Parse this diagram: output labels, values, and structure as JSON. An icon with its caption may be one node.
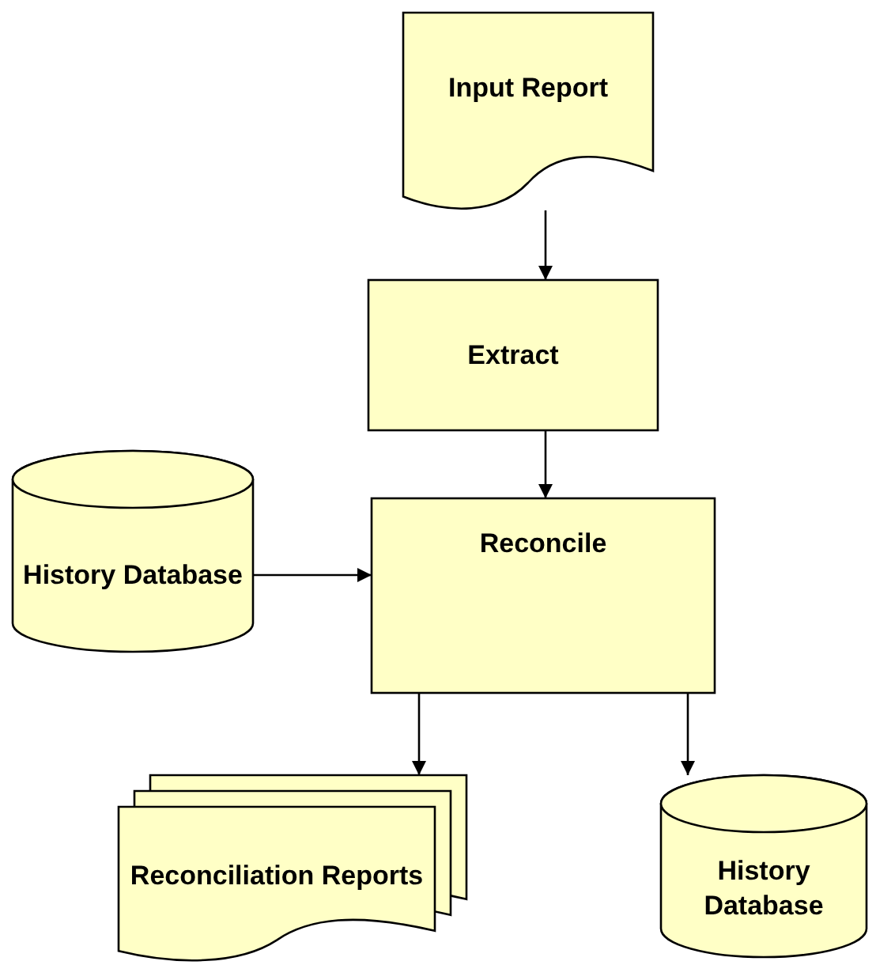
{
  "diagram": {
    "nodes": [
      {
        "text": [
          "Input Report"
        ]
      },
      {
        "text": [
          "Extract"
        ]
      },
      {
        "text": [
          "History Database"
        ]
      },
      {
        "text": [
          "Reconcile"
        ]
      },
      {
        "text": [
          "Reconciliation Reports"
        ]
      },
      {
        "text": [
          "History Database"
        ]
      }
    ],
    "edges": [
      {
        "from": 0,
        "to": 1,
        "arrow": "to"
      },
      {
        "from": 1,
        "to": 3,
        "arrow": "to"
      },
      {
        "from": 2,
        "to": 3,
        "arrow": "to"
      },
      {
        "from": 3,
        "to": 4,
        "arrow": "to"
      },
      {
        "from": 3,
        "to": 5,
        "arrow": "to"
      }
    ]
  }
}
